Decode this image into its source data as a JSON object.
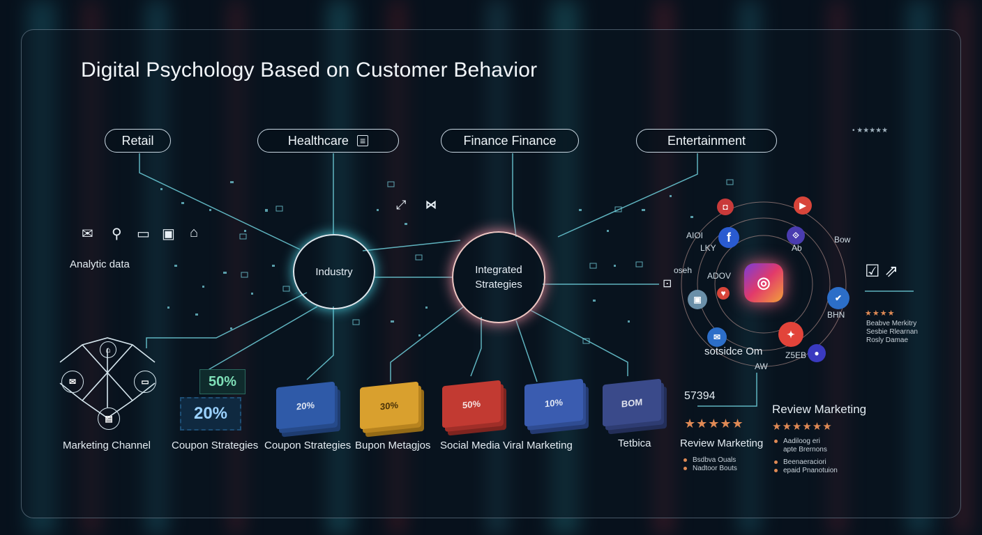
{
  "title": "Digital Psychology Based on Customer Behavior",
  "industries": [
    "Retail",
    "Healthcare",
    "Finance Finance",
    "Entertainment"
  ],
  "hubs": {
    "industry": "Industry",
    "integrated": "Integrated\nStrategies"
  },
  "left": {
    "analytic": "Analytic data",
    "marketing_channel": "Marketing Channel"
  },
  "coupons": {
    "badge_top": "50%",
    "badge_main": "20%",
    "stack1": "20%",
    "stack2": "30%",
    "stack3": "50%",
    "stack4": "10%",
    "stack5": "BOM"
  },
  "bottom_labels": [
    "Coupon Strategies",
    "Coupon Strategies",
    "Bupon Metagjos",
    "Social Media Viral Marketing",
    "Tetbica"
  ],
  "social_cluster": {
    "caption": "sotsidce Om",
    "tags": [
      "AIOI",
      "LKY",
      "Bow",
      "ADOV",
      "oseh",
      "AW",
      "Z5EB",
      "BHN",
      "Ab"
    ]
  },
  "right_panel": {
    "number": "57394",
    "review1": "Review Marketing",
    "review2": "Review Marketing",
    "review2_heading": "Review Marketing",
    "side_lines": [
      "Beabve Merkitry",
      "Sesbie Rlearnan",
      "Rosly Damae"
    ],
    "list_a": [
      "Bsdbva Ouals",
      "Nadtoor Bouts"
    ],
    "list_b": [
      "Aadiloog eri",
      "apte Brernons",
      "Beenaeraciori",
      "epaid Pnanotuion"
    ]
  },
  "colors": {
    "accent": "#e08a55",
    "teal": "#49c6d6",
    "pink": "#e4889a"
  }
}
